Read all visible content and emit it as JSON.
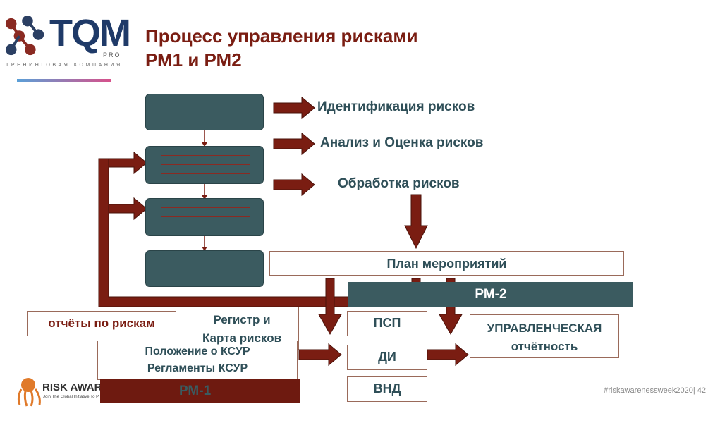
{
  "header": {
    "title_line1": "Процесс управления рисками",
    "title_line2": "РМ1 и РМ2"
  },
  "logo": {
    "brand": "TQM",
    "pro": "PRO",
    "subtitle": "ТРЕНИНГОВАЯ КОМПАНИЯ"
  },
  "steps": [
    "Идентификация рисков",
    "Анализ и Оценка рисков",
    "Обработка рисков"
  ],
  "plan": "План мероприятий",
  "rm2": "РМ-2",
  "rm1": "РМ-1",
  "psp": "ПСП",
  "di": "ДИ",
  "vnd": "ВНД",
  "management_reporting": {
    "line1": "УПРАВЛЕНЧЕСКАЯ",
    "line2": "отчётность"
  },
  "reports": "отчёты по рискам",
  "register": {
    "line1": "Регистр и",
    "line2": "Карта рисков"
  },
  "ksur": {
    "line1": "Положение о КСУР",
    "line2": "Регламенты КСУР"
  },
  "risk_awareness_logo": "RISK AWARENE",
  "risk_awareness_tagline": "Join The Global Initiative To Promote",
  "footer": {
    "hashtag": "#riskawarenessweek2020",
    "page": "42"
  },
  "colors": {
    "arrow": "#7a1d12",
    "box": "#3b5b60",
    "rm2_bg": "#3b5b60",
    "rm1_bg": "#6e1a10"
  }
}
